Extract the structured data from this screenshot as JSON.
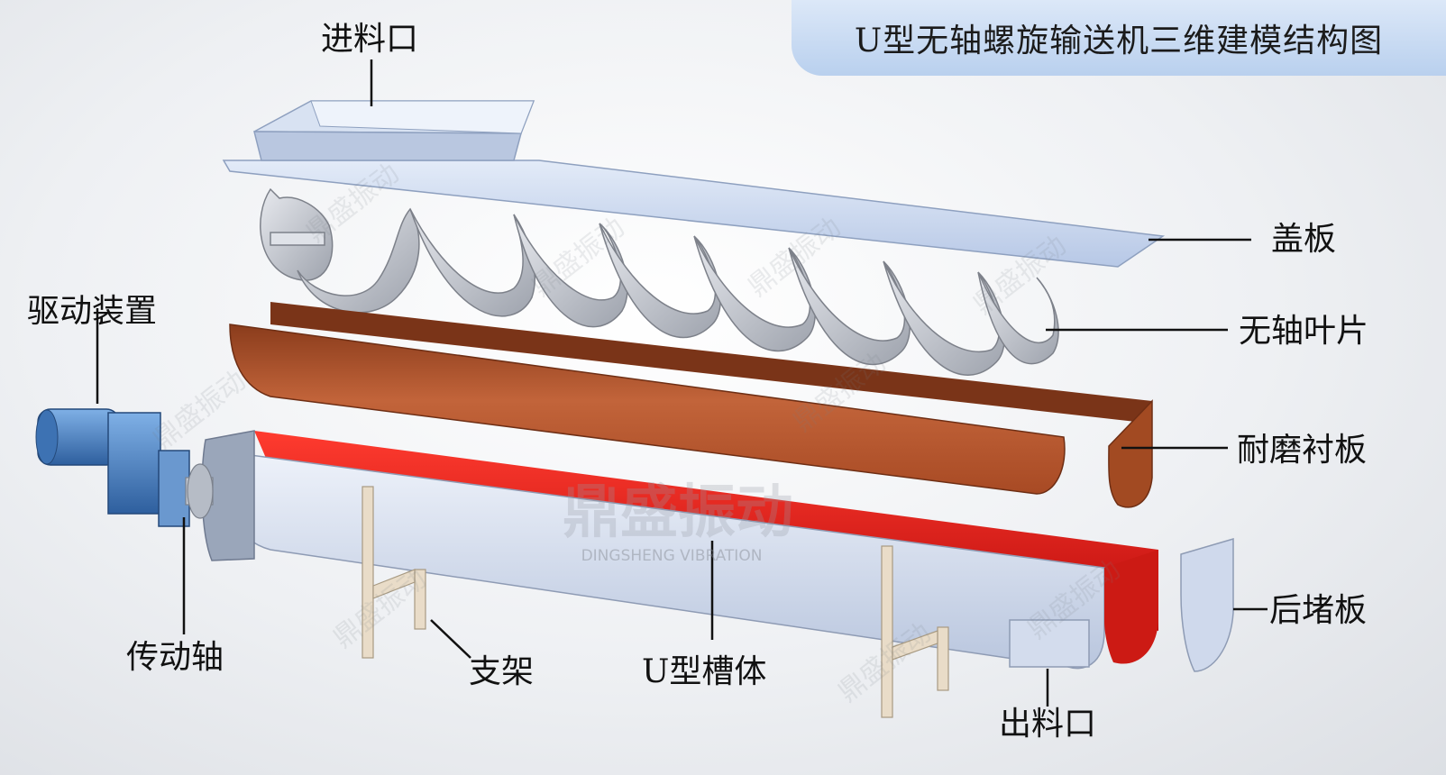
{
  "title": "U型无轴螺旋输送机三维建模结构图",
  "labels": {
    "inlet": "进料口",
    "cover": "盖板",
    "blade": "无轴叶片",
    "drive": "驱动装置",
    "liner": "耐磨衬板",
    "shaft": "传动轴",
    "end_plate": "后堵板",
    "support": "支架",
    "trough": "U型槽体",
    "outlet": "出料口"
  },
  "watermark": {
    "main": "鼎盛振动",
    "sub": "DINGSHENG    VIBRATION",
    "small": "鼎盛振动"
  },
  "colors": {
    "title_bg": "#c6daf2",
    "cover": "#c9d8f0",
    "blade": "#b8bcc4",
    "liner": "#b5552c",
    "trough_inner": "#d41515",
    "trough_outer": "#c9d3e4",
    "motor": "#4f86c6",
    "leader": "#111111"
  }
}
